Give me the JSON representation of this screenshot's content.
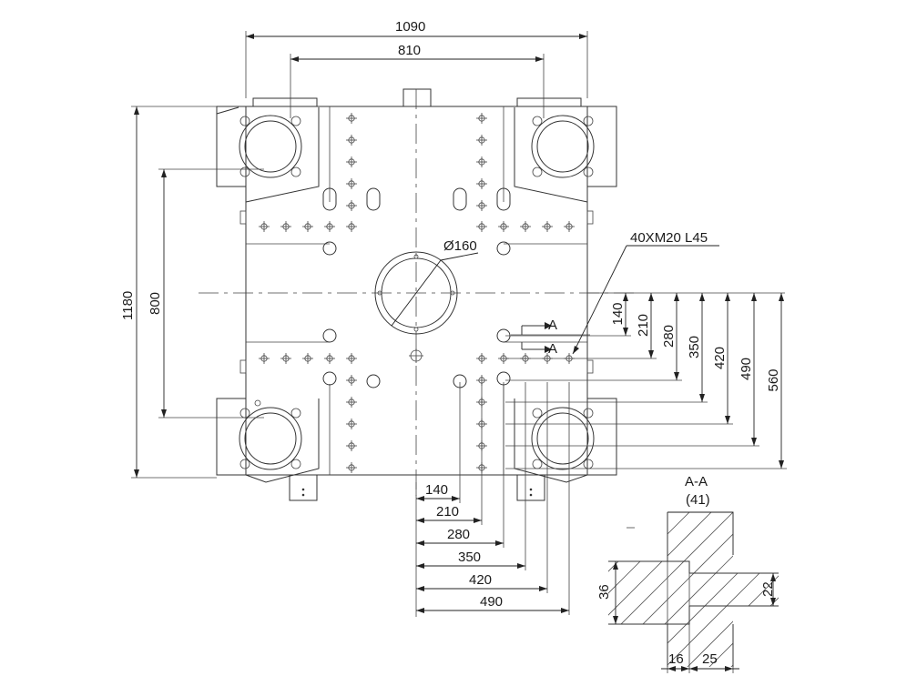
{
  "drawing": {
    "overall_width": "1090",
    "tie_bar_width": "810",
    "overall_height": "1180",
    "tie_bar_height": "800",
    "center_ring": "Ø160",
    "thread_spec": "40XM20 L45",
    "section_marker": "A",
    "vertical_offsets": [
      "140",
      "210",
      "280",
      "350",
      "420",
      "490",
      "560"
    ],
    "horizontal_offsets": [
      "140",
      "210",
      "280",
      "350",
      "420",
      "490"
    ]
  },
  "section": {
    "title": "A-A",
    "subtitle": "(41)",
    "height_outer": "36",
    "height_inner": "22",
    "width_a": "16",
    "width_b": "25"
  }
}
